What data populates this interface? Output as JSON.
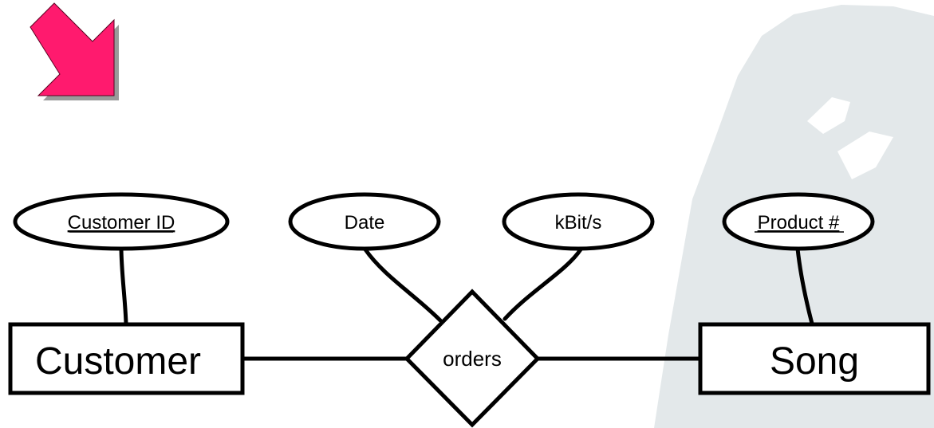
{
  "diagram": {
    "type": "entity-relationship",
    "entities": [
      {
        "id": "customer",
        "label": "Customer"
      },
      {
        "id": "song",
        "label": "Song"
      }
    ],
    "relationship": {
      "id": "orders",
      "label": "orders"
    },
    "attributes": [
      {
        "id": "customer-id",
        "label": "Customer ID",
        "of": "customer",
        "key": true
      },
      {
        "id": "date",
        "label": "Date",
        "of": "orders",
        "key": false
      },
      {
        "id": "kbits",
        "label": "kBit/s",
        "of": "orders",
        "key": false
      },
      {
        "id": "product",
        "label": "Product #",
        "of": "song",
        "key": true
      }
    ],
    "connections": [
      [
        "customer",
        "orders"
      ],
      [
        "orders",
        "song"
      ],
      [
        "customer-id",
        "customer"
      ],
      [
        "date",
        "orders"
      ],
      [
        "kbits",
        "orders"
      ],
      [
        "product",
        "song"
      ]
    ]
  },
  "decor": {
    "arrow_color": "#ff1a6e",
    "arrow_shadow_color": "#9a9a9a",
    "silhouette_color": "#e3e8ea"
  }
}
